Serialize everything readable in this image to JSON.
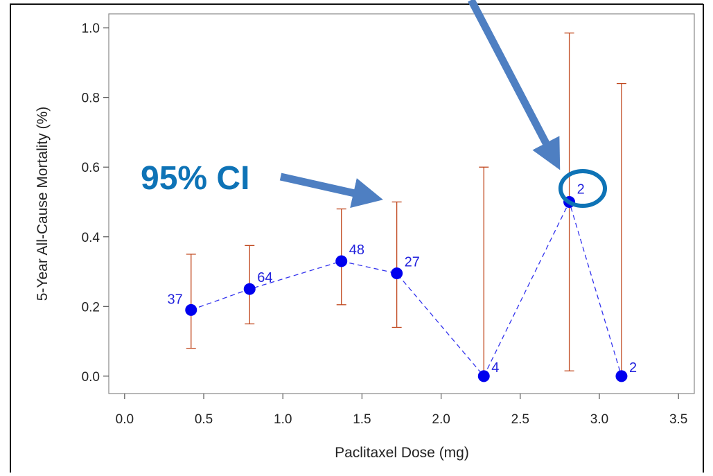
{
  "chart_data": {
    "type": "scatter",
    "title": "",
    "xlabel": "Paclitaxel Dose (mg)",
    "ylabel": "5-Year All-Cause Mortality (%)",
    "xlim": [
      -0.1,
      3.6
    ],
    "ylim": [
      -0.05,
      1.04
    ],
    "xticks": [
      "0.0",
      "0.5",
      "1.0",
      "1.5",
      "2.0",
      "2.5",
      "3.0",
      "3.5"
    ],
    "xtick_values": [
      0,
      0.5,
      1.0,
      1.5,
      2.0,
      2.5,
      3.0,
      3.5
    ],
    "yticks": [
      "0.0",
      "0.2",
      "0.4",
      "0.6",
      "0.8",
      "1.0"
    ],
    "ytick_values": [
      0,
      0.2,
      0.4,
      0.6,
      0.8,
      1.0
    ],
    "grid": false,
    "points": [
      {
        "x": 0.42,
        "y": 0.19,
        "lower": 0.08,
        "upper": 0.35,
        "n": "37"
      },
      {
        "x": 0.79,
        "y": 0.25,
        "lower": 0.15,
        "upper": 0.375,
        "n": "64"
      },
      {
        "x": 1.37,
        "y": 0.33,
        "lower": 0.205,
        "upper": 0.48,
        "n": "48"
      },
      {
        "x": 1.72,
        "y": 0.295,
        "lower": 0.14,
        "upper": 0.5,
        "n": "27"
      },
      {
        "x": 2.27,
        "y": 0.0,
        "lower": 0.0,
        "upper": 0.6,
        "n": "4"
      },
      {
        "x": 2.81,
        "y": 0.5,
        "lower": 0.015,
        "upper": 0.985,
        "n": "2"
      },
      {
        "x": 3.14,
        "y": 0.0,
        "lower": 0.0,
        "upper": 0.84,
        "n": "2"
      }
    ],
    "annotations": [
      {
        "text": "95% CI"
      }
    ],
    "colors": {
      "point": "#0000ee",
      "connector": "#3333ee",
      "ci": "#c0461c",
      "n_label": "#2222dd",
      "arrow": "#4e7fc2",
      "callout_text": "#0e73b6",
      "circle": "#0e73b6",
      "frame": "#888888"
    }
  }
}
